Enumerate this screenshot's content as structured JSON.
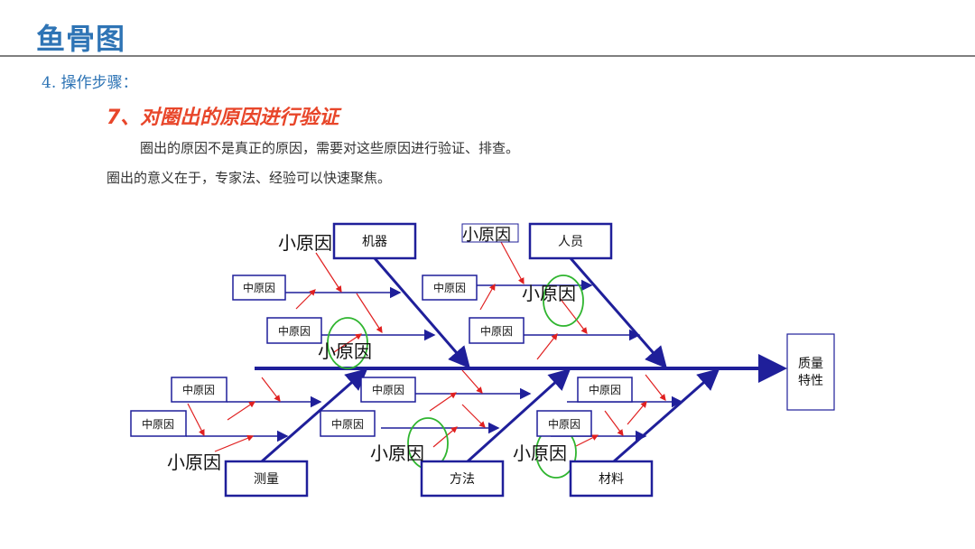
{
  "title": "鱼骨图",
  "step": "4. 操作步骤：",
  "subtitle": "7、对圈出的原因进行验证",
  "para1": "圈出的原因不是真正的原因，需要对这些原因进行验证、排查。",
  "para2": "圈出的意义在于，专家法、经验可以快速聚焦。",
  "diagram": {
    "effect": [
      "质量",
      "特性"
    ],
    "categories": {
      "machine": "机器",
      "people": "人员",
      "measure": "测量",
      "method": "方法",
      "material": "材料"
    },
    "mid_cause": "中原因",
    "small_cause": "小原因",
    "colors": {
      "bone": "#1f1f9a",
      "small_arrow": "#e02020",
      "circle": "#2fb52f"
    }
  }
}
